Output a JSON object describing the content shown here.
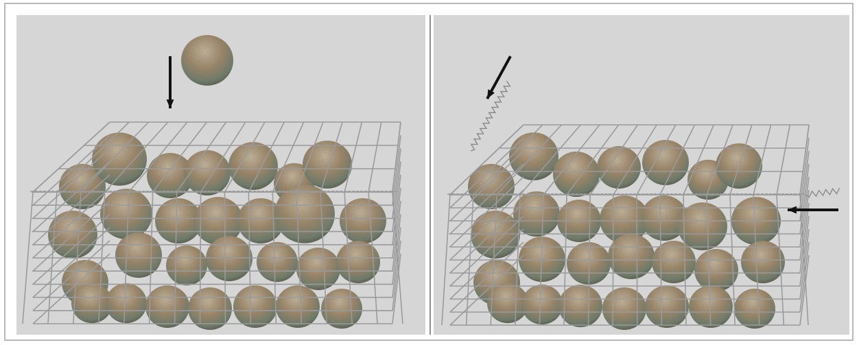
{
  "figure": {
    "panels": [
      {
        "id": "left",
        "action": "drop-stone",
        "arrow_direction": "down"
      },
      {
        "id": "right",
        "action": "compress",
        "arrow_directions": [
          "down-left",
          "left"
        ]
      }
    ],
    "colors": {
      "background": "#d6d6d6",
      "mesh": "#9a9a9a",
      "stone_light": "#c3b49c",
      "stone_mid": "#9c8668",
      "stone_dark": "#4f4a3a",
      "stone_moss": "#6c7a6a",
      "arrow": "#111111",
      "divider": "#8f8f8f"
    }
  }
}
